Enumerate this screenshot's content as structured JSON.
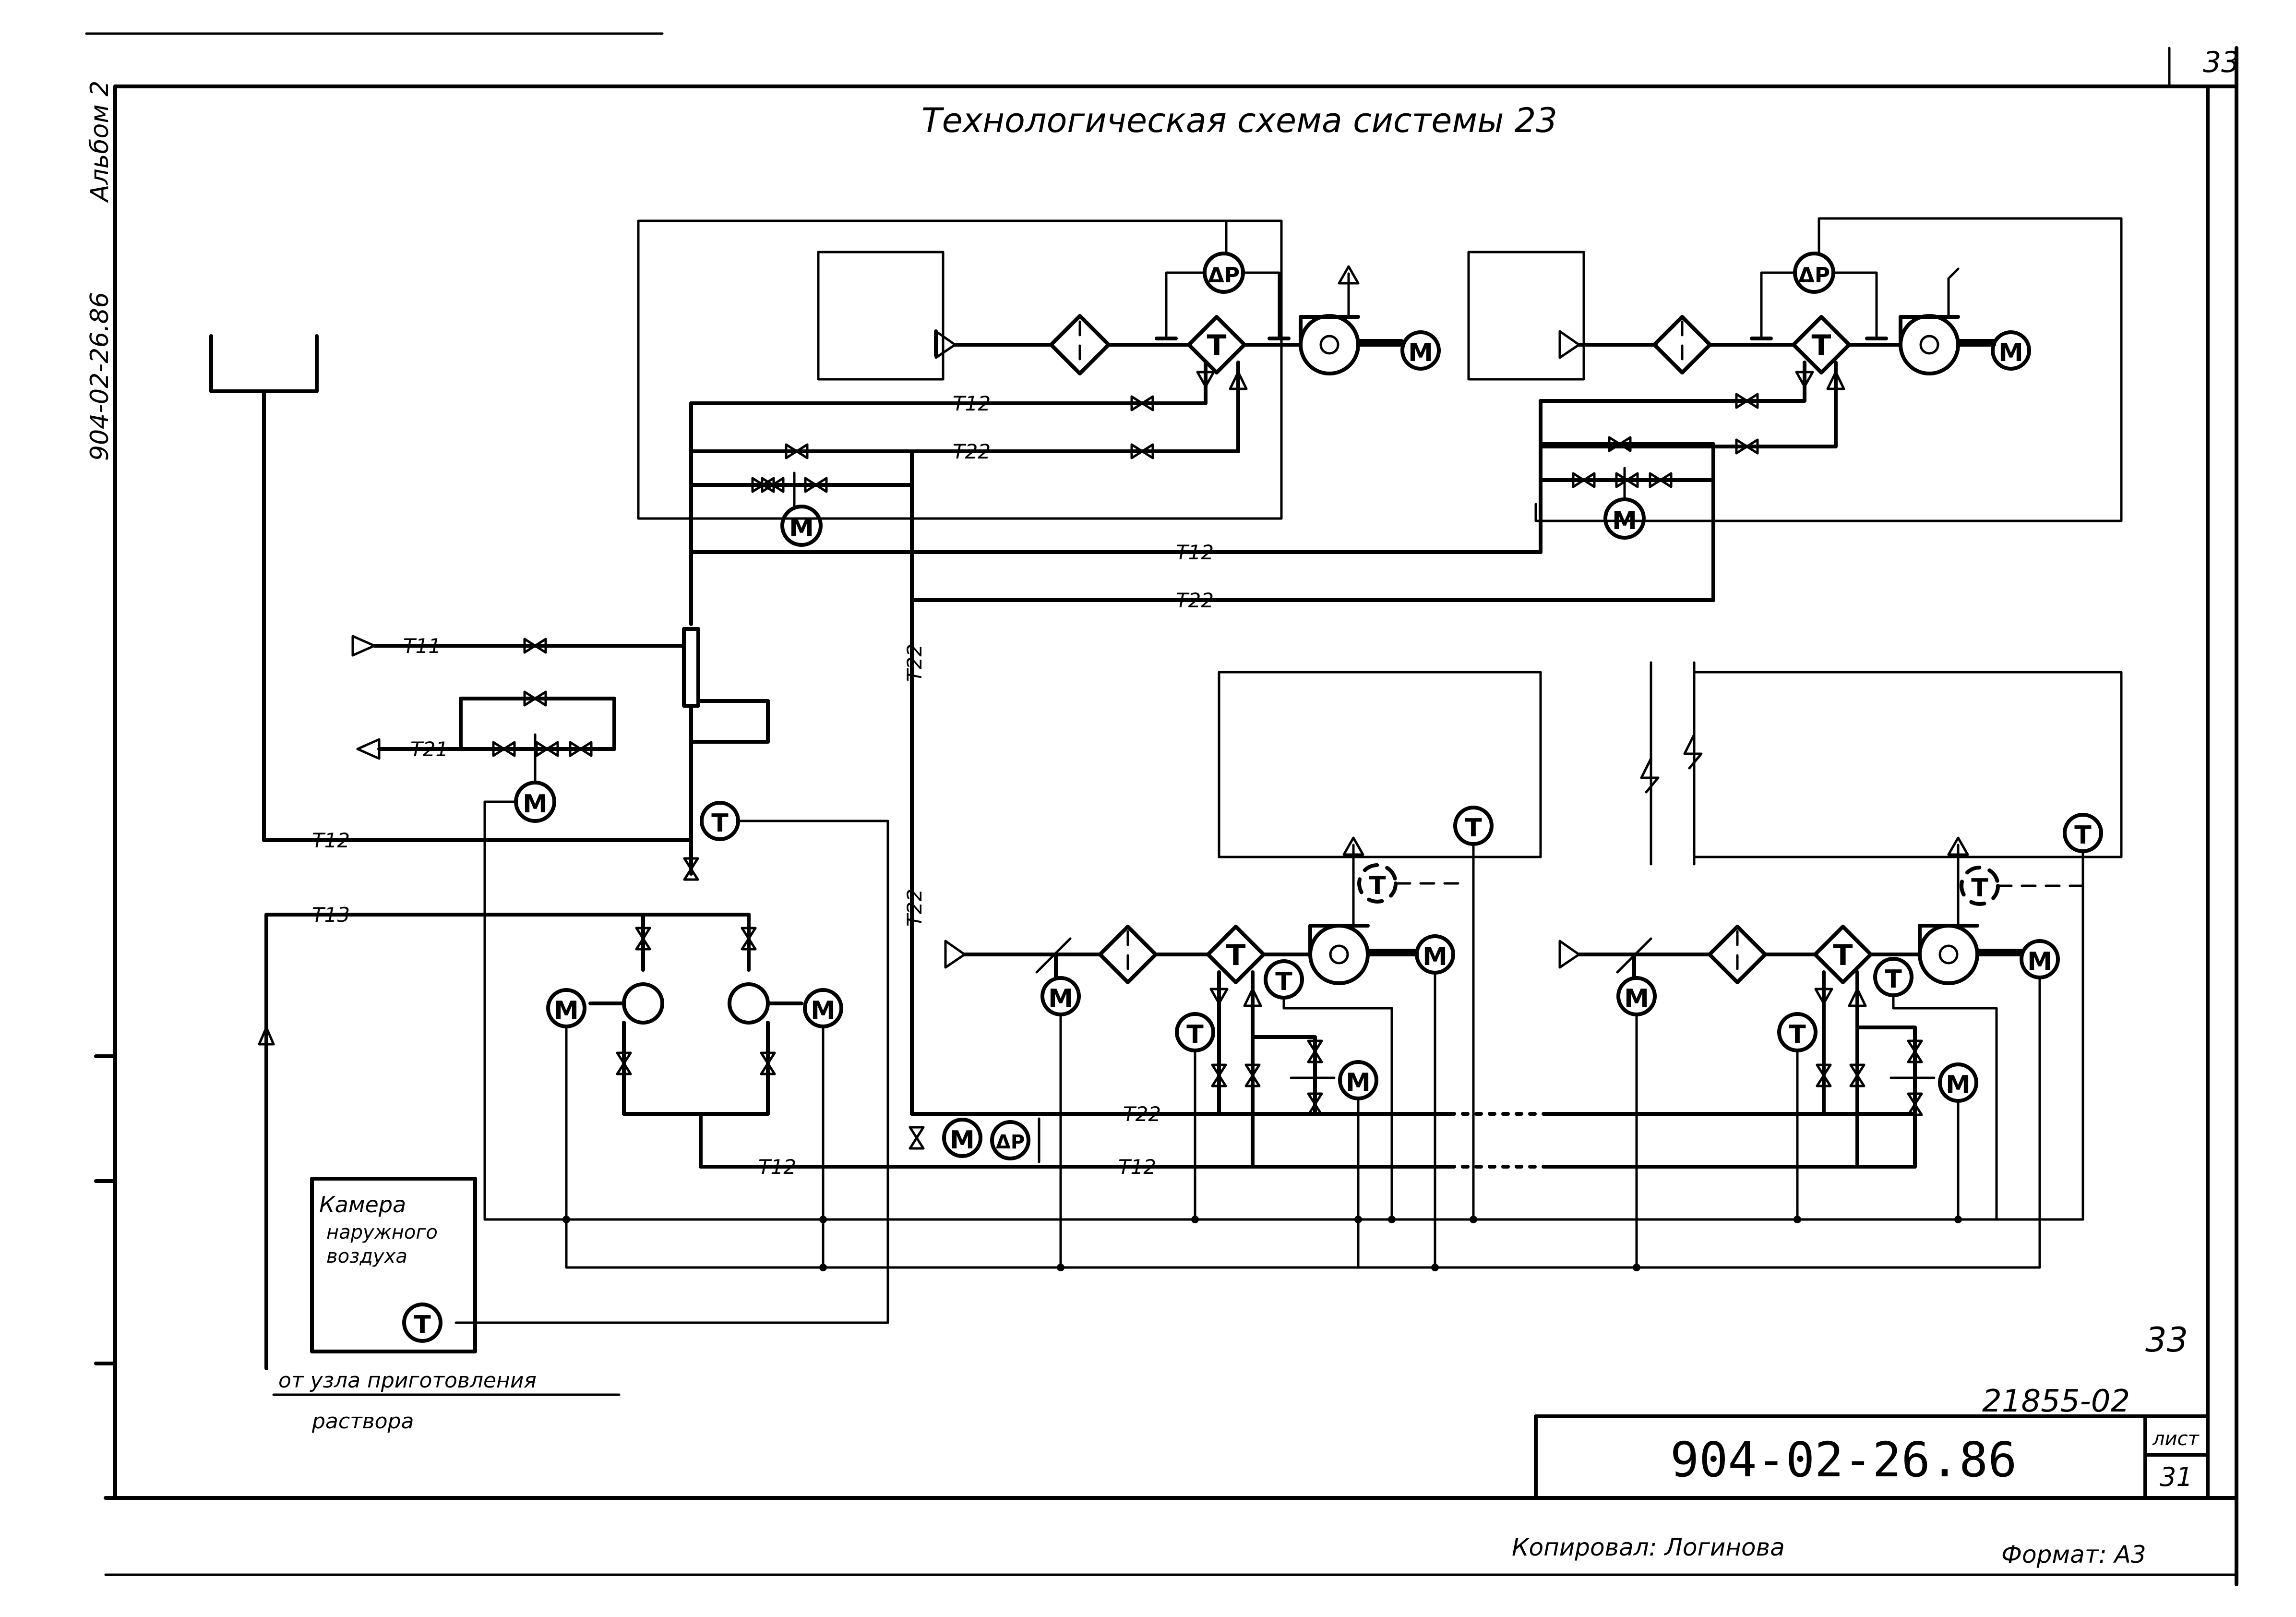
{
  "title": "Технологическая схема системы 23",
  "sheet_number_top": "33",
  "side_note_album": "Альбом 2",
  "side_note_code": "904-02-26.86",
  "pipe_labels": {
    "t11": "T11",
    "t21": "T21",
    "t12": "T12",
    "t13": "T13",
    "t22": "T22"
  },
  "instrument_labels": {
    "motor": "M",
    "temperature": "T",
    "diff_pressure": "ΔP"
  },
  "outdoor_chamber": [
    "Камера",
    "наружного",
    "воздуха"
  ],
  "source_note": [
    "от узла приготовления",
    "раствора"
  ],
  "stamp": {
    "sheet_corner": "33",
    "inventory_number": "21855-02",
    "document_code": "904-02-26.86",
    "sheet_label": "лист",
    "sheet_value": "31"
  },
  "footer": {
    "copied_by": "Копировал: Логинова",
    "format": "Формат: А3"
  }
}
